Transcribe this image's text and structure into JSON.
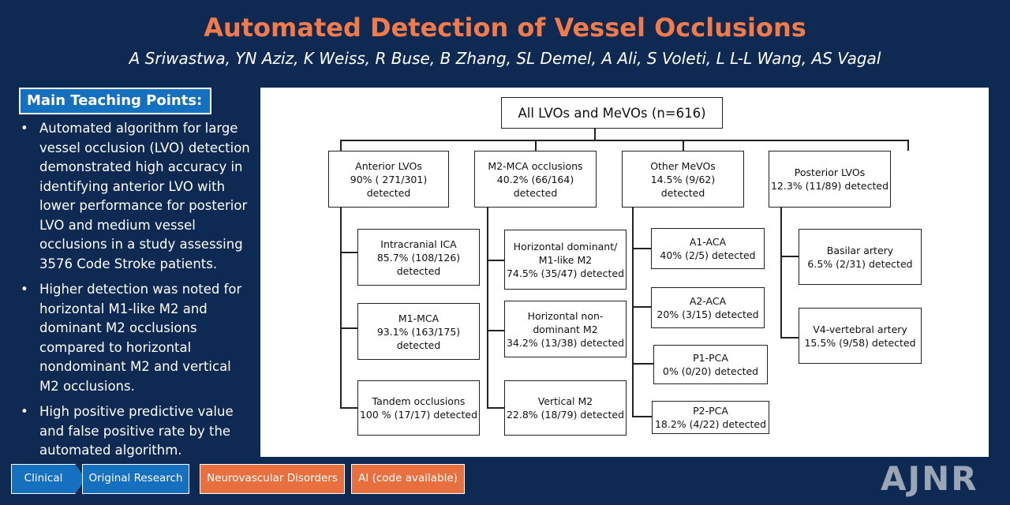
{
  "title": "Automated Detection of Vessel Occlusions",
  "authors": "A Sriwastwa, YN Aziz, K Weiss, R Buse, B Zhang, SL Demel, A Ali, S Voleti, L L-L Wang, AS Vagal",
  "teaching": {
    "heading": "Main Teaching Points:",
    "bullets": [
      "Automated algorithm for large vessel occlusion (LVO) detection demonstrated high accuracy in identifying anterior LVO with lower performance for posterior LVO and medium vessel occlusions in a study assessing 3576 Code Stroke patients.",
      "Higher detection was noted for horizontal M1-like M2 and dominant M2 occlusions compared to horizontal nondominant M2 and vertical M2 occlusions.",
      "High positive predictive value and false positive rate by the automated algorithm."
    ]
  },
  "diagram": {
    "root": "All LVOs and MeVOs (n=616)",
    "categories": [
      {
        "title": "Anterior LVOs",
        "line2": "90% ( 271/301)",
        "line3": "detected",
        "children": [
          {
            "title": "Intracranial ICA",
            "line2": "85.7% (108/126)",
            "line3": "detected"
          },
          {
            "title": "M1-MCA",
            "line2": "93.1% (163/175)",
            "line3": "detected"
          },
          {
            "title": "Tandem occlusions",
            "line2": "100 % (17/17) detected",
            "line3": ""
          }
        ]
      },
      {
        "title": "M2-MCA occlusions",
        "line2": "40.2% (66/164)",
        "line3": "detected",
        "children": [
          {
            "title": "Horizontal dominant/",
            "line2": "M1-like M2",
            "line3": "74.5% (35/47) detected"
          },
          {
            "title": "Horizontal non-",
            "line2": "dominant M2",
            "line3": "34.2% (13/38) detected"
          },
          {
            "title": "Vertical M2",
            "line2": "22.8% (18/79) detected",
            "line3": ""
          }
        ]
      },
      {
        "title": "Other MeVOs",
        "line2": "14.5% (9/62)",
        "line3": "detected",
        "children": [
          {
            "title": "A1-ACA",
            "line2": "40% (2/5) detected",
            "line3": ""
          },
          {
            "title": "A2-ACA",
            "line2": "20% (3/15) detected",
            "line3": ""
          },
          {
            "title": "P1-PCA",
            "line2": "0% (0/20) detected",
            "line3": ""
          },
          {
            "title": "P2-PCA",
            "line2": "18.2% (4/22) detected",
            "line3": ""
          }
        ]
      },
      {
        "title": "Posterior LVOs",
        "line2": "12.3% (11/89) detected",
        "line3": "",
        "children": [
          {
            "title": "Basilar artery",
            "line2": "6.5% (2/31) detected",
            "line3": ""
          },
          {
            "title": "V4-vertebral artery",
            "line2": "15.5% (9/58) detected",
            "line3": ""
          }
        ]
      }
    ]
  },
  "tags": [
    "Clinical",
    "Original Research",
    "Neurovascular Disorders",
    "AI (code available)"
  ],
  "logo": "AJNR",
  "colors": {
    "background": "#0e2a52",
    "title": "#f37a4a",
    "tag_blue": "#1670c0",
    "tag_orange": "#e8703f"
  }
}
